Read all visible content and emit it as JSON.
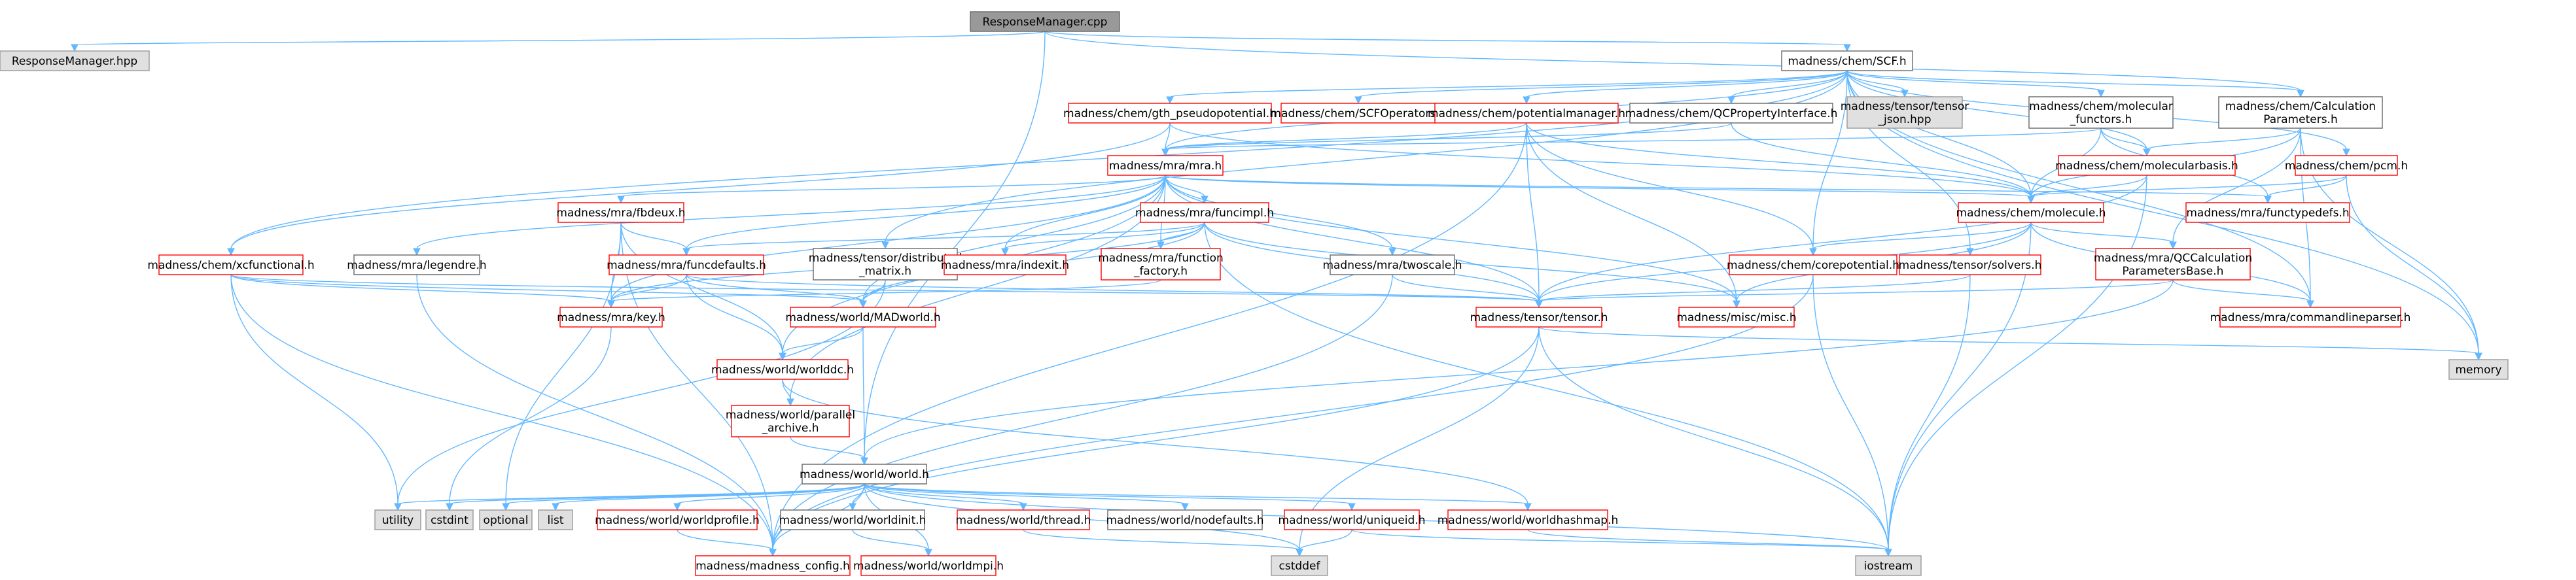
{
  "graph": {
    "nodes": [
      {
        "id": "rm_cpp",
        "lines": [
          "ResponseManager.cpp"
        ],
        "kind": "focus",
        "link": false
      },
      {
        "id": "rm_hpp",
        "lines": [
          "ResponseManager.hpp"
        ],
        "kind": "gray",
        "link": false
      },
      {
        "id": "scf",
        "lines": [
          "madness/chem/SCF.h"
        ],
        "kind": "plain",
        "link": true
      },
      {
        "id": "gth",
        "lines": [
          "madness/chem/gth_pseudopotential.h"
        ],
        "kind": "red",
        "link": true
      },
      {
        "id": "scfops",
        "lines": [
          "madness/chem/SCFOperators.h"
        ],
        "kind": "red",
        "link": true
      },
      {
        "id": "potmgr",
        "lines": [
          "madness/chem/potentialmanager.h"
        ],
        "kind": "red",
        "link": true
      },
      {
        "id": "qcprop",
        "lines": [
          "madness/chem/QCPropertyInterface.h"
        ],
        "kind": "plain",
        "link": true
      },
      {
        "id": "tensorjson",
        "lines": [
          "madness/tensor/tensor",
          "_json.hpp"
        ],
        "kind": "gray",
        "link": false
      },
      {
        "id": "molfunctors",
        "lines": [
          "madness/chem/molecular",
          "_functors.h"
        ],
        "kind": "plain",
        "link": true
      },
      {
        "id": "calcparams",
        "lines": [
          "madness/chem/Calculation",
          "Parameters.h"
        ],
        "kind": "plain",
        "link": true
      },
      {
        "id": "mra",
        "lines": [
          "madness/mra/mra.h"
        ],
        "kind": "red",
        "link": true
      },
      {
        "id": "molbasis",
        "lines": [
          "madness/chem/molecularbasis.h"
        ],
        "kind": "red",
        "link": true
      },
      {
        "id": "pcm",
        "lines": [
          "madness/chem/pcm.h"
        ],
        "kind": "red",
        "link": true
      },
      {
        "id": "fbdeux",
        "lines": [
          "madness/mra/fbdeux.h"
        ],
        "kind": "red",
        "link": true
      },
      {
        "id": "funcimpl",
        "lines": [
          "madness/mra/funcimpl.h"
        ],
        "kind": "red",
        "link": true
      },
      {
        "id": "molecule",
        "lines": [
          "madness/chem/molecule.h"
        ],
        "kind": "red",
        "link": true
      },
      {
        "id": "functypedefs",
        "lines": [
          "madness/mra/functypedefs.h"
        ],
        "kind": "red",
        "link": true
      },
      {
        "id": "xcfunc",
        "lines": [
          "madness/chem/xcfunctional.h"
        ],
        "kind": "red",
        "link": true
      },
      {
        "id": "legendre",
        "lines": [
          "madness/mra/legendre.h"
        ],
        "kind": "plain",
        "link": true
      },
      {
        "id": "funcdefaults",
        "lines": [
          "madness/mra/funcdefaults.h"
        ],
        "kind": "red",
        "link": true
      },
      {
        "id": "distmatrix",
        "lines": [
          "madness/tensor/distributed",
          "_matrix.h"
        ],
        "kind": "plain",
        "link": true
      },
      {
        "id": "indexit",
        "lines": [
          "madness/mra/indexit.h"
        ],
        "kind": "red",
        "link": true
      },
      {
        "id": "funcfactory",
        "lines": [
          "madness/mra/function",
          "_factory.h"
        ],
        "kind": "red",
        "link": true
      },
      {
        "id": "twoscale",
        "lines": [
          "madness/mra/twoscale.h"
        ],
        "kind": "plain",
        "link": true
      },
      {
        "id": "corepot",
        "lines": [
          "madness/chem/corepotential.h"
        ],
        "kind": "red",
        "link": true
      },
      {
        "id": "solvers",
        "lines": [
          "madness/tensor/solvers.h"
        ],
        "kind": "red",
        "link": true
      },
      {
        "id": "qcbase",
        "lines": [
          "madness/mra/QCCalculation",
          "ParametersBase.h"
        ],
        "kind": "red",
        "link": true
      },
      {
        "id": "key",
        "lines": [
          "madness/mra/key.h"
        ],
        "kind": "red",
        "link": true
      },
      {
        "id": "madworld",
        "lines": [
          "madness/world/MADworld.h"
        ],
        "kind": "red",
        "link": true
      },
      {
        "id": "tensor",
        "lines": [
          "madness/tensor/tensor.h"
        ],
        "kind": "red",
        "link": true
      },
      {
        "id": "misc",
        "lines": [
          "madness/misc/misc.h"
        ],
        "kind": "red",
        "link": true
      },
      {
        "id": "cmdline",
        "lines": [
          "madness/mra/commandlineparser.h"
        ],
        "kind": "red",
        "link": true
      },
      {
        "id": "worlddc",
        "lines": [
          "madness/world/worlddc.h"
        ],
        "kind": "red",
        "link": true
      },
      {
        "id": "memory",
        "lines": [
          "memory"
        ],
        "kind": "gray",
        "link": false
      },
      {
        "id": "pararchive",
        "lines": [
          "madness/world/parallel",
          "_archive.h"
        ],
        "kind": "red",
        "link": true
      },
      {
        "id": "world",
        "lines": [
          "madness/world/world.h"
        ],
        "kind": "plain",
        "link": true
      },
      {
        "id": "utility",
        "lines": [
          "utility"
        ],
        "kind": "gray",
        "link": false
      },
      {
        "id": "cstdint",
        "lines": [
          "cstdint"
        ],
        "kind": "gray",
        "link": false
      },
      {
        "id": "optional",
        "lines": [
          "optional"
        ],
        "kind": "gray",
        "link": false
      },
      {
        "id": "list",
        "lines": [
          "list"
        ],
        "kind": "gray",
        "link": false
      },
      {
        "id": "worldprofile",
        "lines": [
          "madness/world/worldprofile.h"
        ],
        "kind": "red",
        "link": true
      },
      {
        "id": "worldinit",
        "lines": [
          "madness/world/worldinit.h"
        ],
        "kind": "plain",
        "link": true
      },
      {
        "id": "thread",
        "lines": [
          "madness/world/thread.h"
        ],
        "kind": "red",
        "link": true
      },
      {
        "id": "nodefaults",
        "lines": [
          "madness/world/nodefaults.h"
        ],
        "kind": "plain",
        "link": true
      },
      {
        "id": "uniqueid",
        "lines": [
          "madness/world/uniqueid.h"
        ],
        "kind": "red",
        "link": true
      },
      {
        "id": "hashmap",
        "lines": [
          "madness/world/worldhashmap.h"
        ],
        "kind": "red",
        "link": true
      },
      {
        "id": "config",
        "lines": [
          "madness/madness_config.h"
        ],
        "kind": "red",
        "link": true
      },
      {
        "id": "worldmpi",
        "lines": [
          "madness/world/worldmpi.h"
        ],
        "kind": "red",
        "link": true
      },
      {
        "id": "cstddef",
        "lines": [
          "cstddef"
        ],
        "kind": "gray",
        "link": false
      },
      {
        "id": "iostream",
        "lines": [
          "iostream"
        ],
        "kind": "gray",
        "link": false
      }
    ],
    "edges": [
      [
        "rm_cpp",
        "rm_hpp"
      ],
      [
        "rm_cpp",
        "scf"
      ],
      [
        "rm_cpp",
        "calcparams"
      ],
      [
        "rm_cpp",
        "world"
      ],
      [
        "scf",
        "gth"
      ],
      [
        "scf",
        "scfops"
      ],
      [
        "scf",
        "potmgr"
      ],
      [
        "scf",
        "qcprop"
      ],
      [
        "scf",
        "tensorjson"
      ],
      [
        "scf",
        "molfunctors"
      ],
      [
        "scf",
        "calcparams"
      ],
      [
        "scf",
        "mra"
      ],
      [
        "scf",
        "molbasis"
      ],
      [
        "scf",
        "pcm"
      ],
      [
        "scf",
        "molecule"
      ],
      [
        "scf",
        "xcfunc"
      ],
      [
        "scf",
        "distmatrix"
      ],
      [
        "scf",
        "corepot"
      ],
      [
        "scf",
        "solvers"
      ],
      [
        "scf",
        "memory"
      ],
      [
        "scf",
        "cmdline"
      ],
      [
        "gth",
        "mra"
      ],
      [
        "gth",
        "molecule"
      ],
      [
        "gth",
        "xcfunc"
      ],
      [
        "potmgr",
        "mra"
      ],
      [
        "potmgr",
        "molecule"
      ],
      [
        "potmgr",
        "corepot"
      ],
      [
        "potmgr",
        "tensor"
      ],
      [
        "potmgr",
        "misc"
      ],
      [
        "potmgr",
        "config"
      ],
      [
        "qcprop",
        "mra"
      ],
      [
        "qcprop",
        "molecule"
      ],
      [
        "molfunctors",
        "mra"
      ],
      [
        "molfunctors",
        "molecule"
      ],
      [
        "molfunctors",
        "molbasis"
      ],
      [
        "molfunctors",
        "functypedefs"
      ],
      [
        "calcparams",
        "molbasis"
      ],
      [
        "calcparams",
        "molecule"
      ],
      [
        "calcparams",
        "qcbase"
      ],
      [
        "calcparams",
        "cmdline"
      ],
      [
        "calcparams",
        "memory"
      ],
      [
        "mra",
        "fbdeux"
      ],
      [
        "mra",
        "funcimpl"
      ],
      [
        "mra",
        "legendre"
      ],
      [
        "mra",
        "funcdefaults"
      ],
      [
        "mra",
        "indexit"
      ],
      [
        "mra",
        "funcfactory"
      ],
      [
        "mra",
        "twoscale"
      ],
      [
        "mra",
        "key"
      ],
      [
        "mra",
        "madworld"
      ],
      [
        "mra",
        "tensor"
      ],
      [
        "mra",
        "misc"
      ],
      [
        "mra",
        "worlddc"
      ],
      [
        "mra",
        "molecule"
      ],
      [
        "mra",
        "functypedefs"
      ],
      [
        "mra",
        "pararchive"
      ],
      [
        "molbasis",
        "molecule"
      ],
      [
        "molbasis",
        "tensor"
      ],
      [
        "molbasis",
        "iostream"
      ],
      [
        "pcm",
        "molecule"
      ],
      [
        "pcm",
        "functypedefs"
      ],
      [
        "pcm",
        "memory"
      ],
      [
        "fbdeux",
        "funcdefaults"
      ],
      [
        "fbdeux",
        "key"
      ],
      [
        "fbdeux",
        "worlddc"
      ],
      [
        "fbdeux",
        "optional"
      ],
      [
        "fbdeux",
        "config"
      ],
      [
        "funcimpl",
        "funcdefaults"
      ],
      [
        "funcimpl",
        "indexit"
      ],
      [
        "funcimpl",
        "funcfactory"
      ],
      [
        "funcimpl",
        "key"
      ],
      [
        "funcimpl",
        "madworld"
      ],
      [
        "funcimpl",
        "tensor"
      ],
      [
        "funcimpl",
        "misc"
      ],
      [
        "funcimpl",
        "iostream"
      ],
      [
        "molecule",
        "corepot"
      ],
      [
        "molecule",
        "tensor"
      ],
      [
        "molecule",
        "misc"
      ],
      [
        "molecule",
        "qcbase"
      ],
      [
        "molecule",
        "cmdline"
      ],
      [
        "molecule",
        "iostream"
      ],
      [
        "xcfunc",
        "key"
      ],
      [
        "xcfunc",
        "madworld"
      ],
      [
        "xcfunc",
        "tensor"
      ],
      [
        "xcfunc",
        "utility"
      ],
      [
        "xcfunc",
        "config"
      ],
      [
        "legendre",
        "config"
      ],
      [
        "funcdefaults",
        "key"
      ],
      [
        "funcdefaults",
        "madworld"
      ],
      [
        "funcdefaults",
        "tensor"
      ],
      [
        "funcdefaults",
        "worlddc"
      ],
      [
        "distmatrix",
        "madworld"
      ],
      [
        "distmatrix",
        "utility"
      ],
      [
        "funcfactory",
        "key"
      ],
      [
        "twoscale",
        "tensor"
      ],
      [
        "twoscale",
        "config"
      ],
      [
        "corepot",
        "config"
      ],
      [
        "corepot",
        "iostream"
      ],
      [
        "solvers",
        "tensor"
      ],
      [
        "solvers",
        "iostream"
      ],
      [
        "qcbase",
        "cmdline"
      ],
      [
        "qcbase",
        "tensor"
      ],
      [
        "qcbase",
        "world"
      ],
      [
        "key",
        "cstdint"
      ],
      [
        "madworld",
        "worlddc"
      ],
      [
        "madworld",
        "world"
      ],
      [
        "tensor",
        "memory"
      ],
      [
        "tensor",
        "iostream"
      ],
      [
        "tensor",
        "cstddef"
      ],
      [
        "tensor",
        "config"
      ],
      [
        "worlddc",
        "pararchive"
      ],
      [
        "worlddc",
        "hashmap"
      ],
      [
        "pararchive",
        "world"
      ],
      [
        "world",
        "utility"
      ],
      [
        "world",
        "cstdint"
      ],
      [
        "world",
        "optional"
      ],
      [
        "world",
        "list"
      ],
      [
        "world",
        "worldprofile"
      ],
      [
        "world",
        "worldinit"
      ],
      [
        "world",
        "thread"
      ],
      [
        "world",
        "nodefaults"
      ],
      [
        "world",
        "uniqueid"
      ],
      [
        "world",
        "hashmap"
      ],
      [
        "world",
        "config"
      ],
      [
        "world",
        "worldmpi"
      ],
      [
        "world",
        "cstddef"
      ],
      [
        "world",
        "iostream"
      ],
      [
        "worldprofile",
        "config"
      ],
      [
        "worldinit",
        "worldmpi"
      ],
      [
        "thread",
        "cstddef"
      ],
      [
        "uniqueid",
        "cstddef"
      ],
      [
        "uniqueid",
        "iostream"
      ],
      [
        "hashmap",
        "iostream"
      ]
    ]
  }
}
